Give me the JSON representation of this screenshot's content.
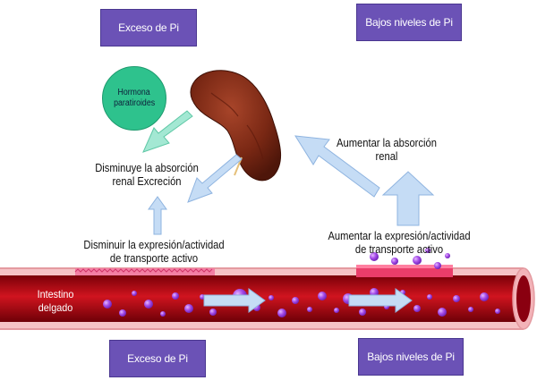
{
  "boxes": {
    "top_left": "Exceso de Pi",
    "top_right": "Bajos niveles de Pi",
    "bottom_left": "Exceso de Pi",
    "bottom_right": "Bajos niveles de Pi"
  },
  "hormone": {
    "line1": "Hormona",
    "line2": "paratiroides"
  },
  "labels": {
    "decrease_absorption": {
      "line1": "Disminuye la absorción",
      "line2": "renal Excreción"
    },
    "decrease_transport": {
      "line1": "Disminuir la expresión/actividad",
      "line2": "de transporte activo"
    },
    "increase_absorption": {
      "line1": "Aumentar la absorción",
      "line2": "renal"
    },
    "increase_transport": {
      "line1": "Aumentar la expresión/actividad",
      "line2": "de transporte activo"
    }
  },
  "intestine": {
    "line1": "Intestino",
    "line2": "delgado"
  },
  "colors": {
    "box_purple": "#6b52b6",
    "vessel_red": "#c8101c",
    "kidney_brown": "#7a2814",
    "hormone_green": "#2ec28d",
    "particle_purple": "#9b3fe0",
    "arrow_green": "#8fe0c6",
    "arrow_blue": "#b6d3f4"
  }
}
